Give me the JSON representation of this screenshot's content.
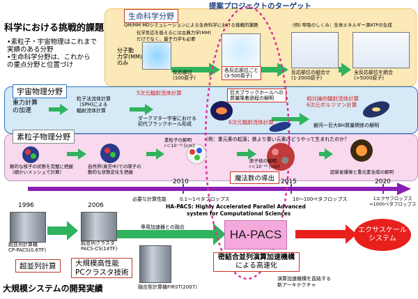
{
  "header": {
    "life_science_tag": "生命科学分野",
    "target_title": "提案プロジェクトのターゲット",
    "challenge_title": "科学における挑戦的課題",
    "bullets": [
      "•素粒子・宇宙物理はこれまで",
      "  実績のある分野",
      "•生命科学分野は、これから",
      "  の重点分野と位置づけ"
    ]
  },
  "life": {
    "qmmm": "QM/MM MDシミュレーションによる生命科学における挑戦的課題",
    "respiration": "(例) 呼吸のしくみ：生体エネルギー源ATPの生成",
    "chem_line1": "化学反応を扱えるには古典力学(MM)",
    "chem_line2": "だけでなく、量子力学も必要",
    "mm_only": [
      "分子動",
      "力学(MM)",
      "のみ"
    ],
    "reaction_sites": [
      "反応部位",
      "(100原子)"
    ],
    "each_site": [
      "各反応部位ごと",
      "(3-500原子)"
    ],
    "combo": [
      "反応部位の組合せ",
      "(1-2000原子)"
    ],
    "all": [
      "全反応部位を統合",
      "(>5000原子)"
    ]
  },
  "astro": {
    "tag": "宇宙物理分野",
    "gravity": [
      "重力計算",
      "の加速"
    ],
    "sph": [
      "粒子法流体計算",
      "（SPH)による",
      "輻射流体計算"
    ],
    "five_d": "5次元輻射流体計算",
    "dark_matter": [
      "ダークマター宇宙における",
      "初代ブラックホール形成"
    ],
    "bh_box": [
      "巨大ブラックホールへの",
      "質量降着過程の解明"
    ],
    "six_d": "6次元輻射流体計算",
    "relativistic": [
      "相対論的輻射流体計算",
      "6次元ボルツマン計算"
    ],
    "galaxy": "銀河ー巨大BH質量関係の解明"
  },
  "particle": {
    "tag": "素粒子物理分野",
    "static": [
      "静的な核子の状態を完璧に把握",
      "（細かいメッシュで計算）"
    ],
    "dynamic": [
      "自然界(真空中)での陽子の",
      "動的な状態変化を把握"
    ],
    "nucleon": [
      "素粒子の解明",
      "r＜10⁻¹³ [cm]"
    ],
    "example": "(例：重元素の起源；鉄より重い元素はどうやって生まれたのか？",
    "nucleus": [
      "原子核の解明",
      "r＜10⁻¹² [cm]"
    ],
    "supernova": "超新星爆発と重元素合成の解明",
    "magic": "魔法数の導出"
  },
  "timeline": {
    "years": [
      "2010",
      "2015",
      "2020"
    ],
    "required": "必要な計算性能",
    "range1": "0.1〜1ペタフロップス",
    "range2": "10〜100ペタフロップス",
    "exa": [
      "1エクサフロップス",
      "=1000ペタフロップス"
    ]
  },
  "hapacs": {
    "expansion_1": "HA-PACS: Highly Accelerated Parallel Advanced",
    "expansion_2": "system for Computational Sciences",
    "name": "HA-PACS",
    "dense_line": "密結合並列演算加速機構",
    "speedup": "による高速化",
    "exascale": [
      "エクサスケール",
      "システム"
    ],
    "accel_note": [
      "演算加速機構を直結する",
      "新アーキテクチャ"
    ]
  },
  "history": {
    "y1996": "1996",
    "y2006": "2006",
    "cppacs": [
      "超並列計算機",
      "CP-PACS(0.6TF)"
    ],
    "pacscs": [
      "超並列クラスタ",
      "PACS-CS(14TF)"
    ],
    "fusion": "専用加速器との融合",
    "first": "融合型計算機FIRST(2007)",
    "mpp": "超並列計算",
    "pc_cluster": [
      "大規模高性能",
      "PCクラスタ技術"
    ],
    "dev": "大規模システムの開発実績"
  },
  "colors": {
    "life_band": "#fbe9b8",
    "astro_band": "#d6e9f7",
    "particle_band": "#f8d9ee",
    "timeline": "#8a1fb5",
    "green_arrow": "#2fb35d",
    "hapacs_box": "#f5a8dc",
    "exa_circle": "#e8201c",
    "dashed_ellipse": "#e0309a"
  }
}
